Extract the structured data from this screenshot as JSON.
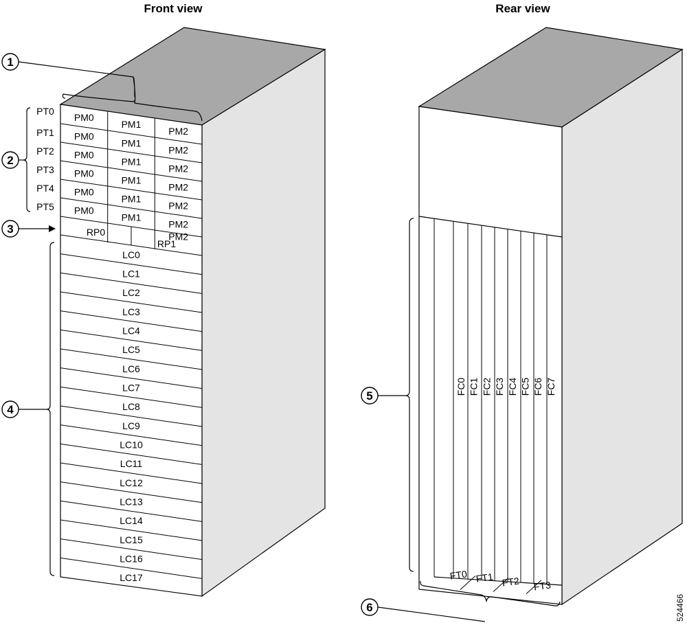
{
  "titles": {
    "front": "Front view",
    "rear": "Rear view"
  },
  "callouts": [
    "1",
    "2",
    "3",
    "4",
    "5",
    "6"
  ],
  "pt_labels": [
    "PT0",
    "PT1",
    "PT2",
    "PT3",
    "PT4",
    "PT5"
  ],
  "pm_labels": [
    "PM0",
    "PM1",
    "PM2"
  ],
  "rp_labels": [
    "RP0",
    "RP1"
  ],
  "lc_labels": [
    "LC0",
    "LC1",
    "LC2",
    "LC3",
    "LC4",
    "LC5",
    "LC6",
    "LC7",
    "LC8",
    "LC9",
    "LC10",
    "LC11",
    "LC12",
    "LC13",
    "LC14",
    "LC15",
    "LC16",
    "LC17"
  ],
  "fc_labels": [
    "FC0",
    "FC1",
    "FC2",
    "FC3",
    "FC4",
    "FC5",
    "FC6",
    "FC7"
  ],
  "ft_labels": [
    "FT0",
    "FT1",
    "FT2",
    "FT3"
  ],
  "figure_id": "524466",
  "colors": {
    "top_face": "#a8a8a8",
    "side_face": "#e4e4e4",
    "front_face": "#ffffff",
    "line": "#000000"
  }
}
